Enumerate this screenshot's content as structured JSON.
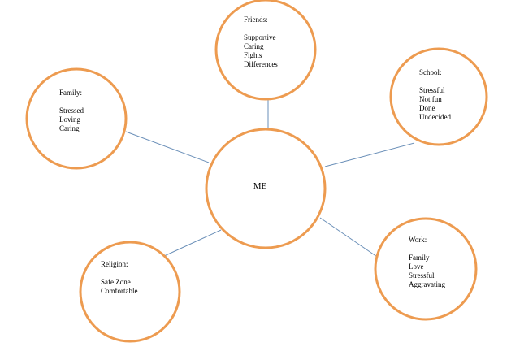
{
  "center": {
    "label": "ME"
  },
  "nodes": {
    "family": {
      "title": "Family:",
      "items": [
        "Stressed",
        "Loving",
        "Caring"
      ]
    },
    "friends": {
      "title": "Friends:",
      "items": [
        "Supportive",
        "Caring",
        "Fights",
        "Differences"
      ]
    },
    "school": {
      "title": "School:",
      "items": [
        "Stressful",
        "Not fun",
        "Done",
        "Undecided"
      ]
    },
    "work": {
      "title": "Work:",
      "items": [
        "Family",
        "Love",
        "Stressful",
        "Aggravating"
      ]
    },
    "religion": {
      "title": "Religion:",
      "items": [
        "Safe Zone",
        "Comfortable"
      ]
    }
  },
  "colors": {
    "circle_stroke": "#ED9B50",
    "connector": "#6A8FB8"
  }
}
